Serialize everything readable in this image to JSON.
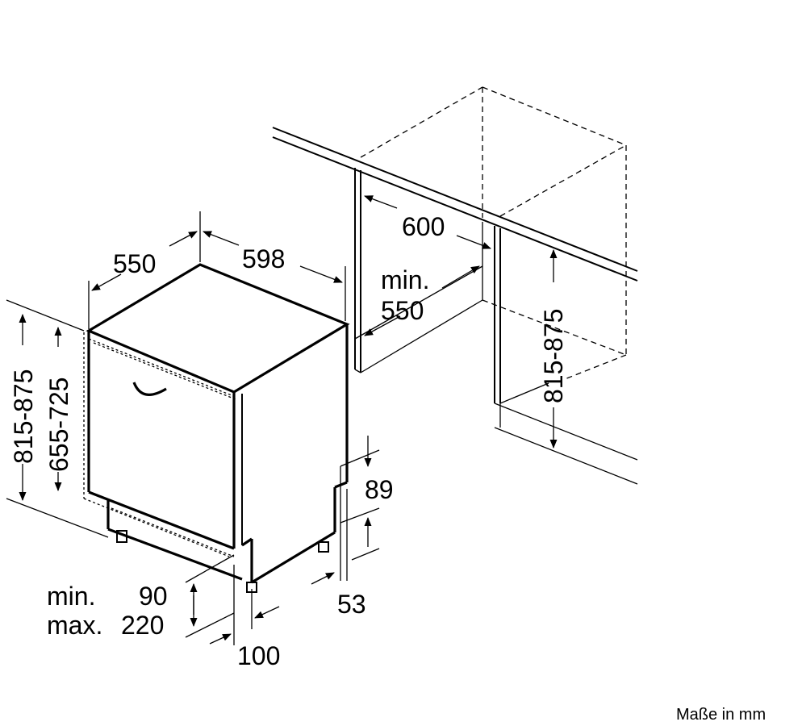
{
  "dimensions": {
    "depth": "550",
    "width": "598",
    "niche_width": "600",
    "niche_depth_prefix": "min.",
    "niche_depth": "550",
    "niche_height": "815-875",
    "appliance_height": "815-875",
    "door_height": "655-725",
    "plinth_top": "89",
    "plinth_bottom": "53",
    "foot_min_prefix": "min.",
    "foot_min": "90",
    "foot_max_prefix": "max.",
    "foot_max": "220",
    "door_offset": "100"
  },
  "footer": {
    "units_note": "Maße in mm"
  }
}
